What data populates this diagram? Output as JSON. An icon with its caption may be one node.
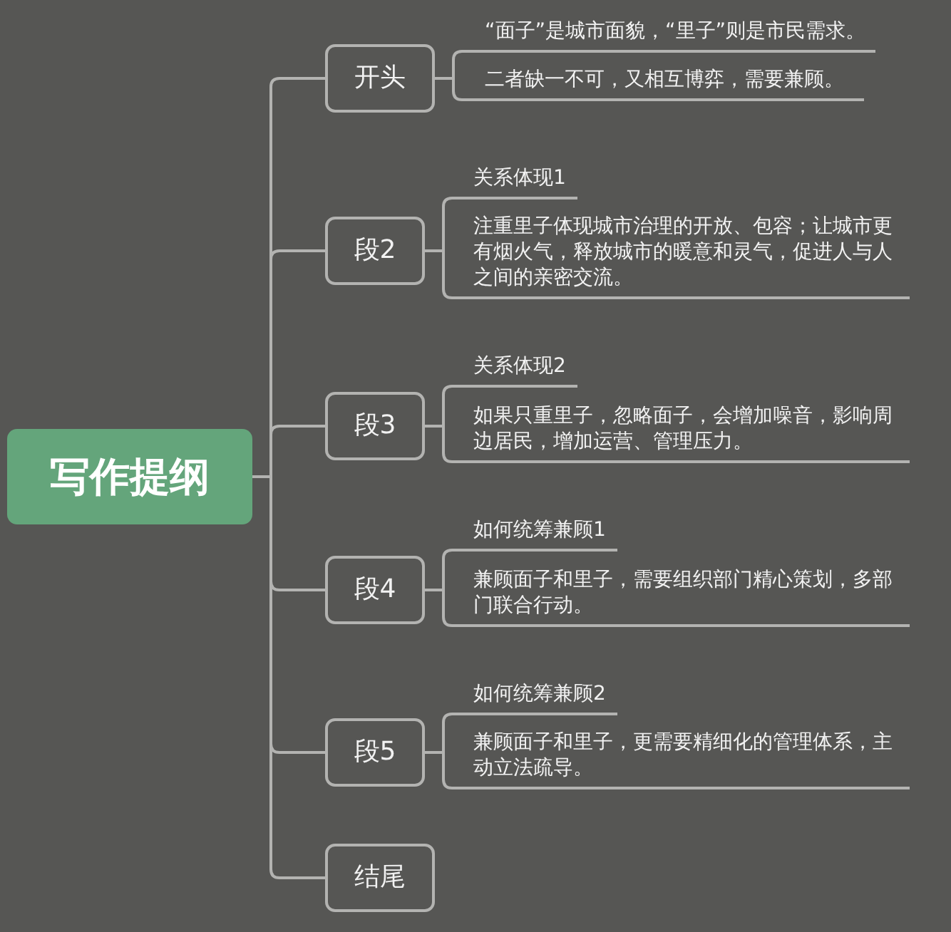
{
  "diagram": {
    "nodes": [
      {
        "text": [
          "写作提纲"
        ]
      },
      {
        "text": [
          "开头"
        ]
      },
      {
        "text": [
          "“面子”是城市面貌，“里子”则是市民需求。"
        ]
      },
      {
        "text": [
          "二者缺一不可，又相互博弈，需要兼顾。"
        ]
      },
      {
        "text": [
          "段2"
        ]
      },
      {
        "text": [
          "关系体现1"
        ]
      },
      {
        "text": [
          "注重里子体现城市治理的开放、包容；让城市更有烟火气，释放城市的暖意和灵气，促进人与人之间的亲密交流。"
        ]
      },
      {
        "text": [
          "段3"
        ]
      },
      {
        "text": [
          "关系体现2"
        ]
      },
      {
        "text": [
          "如果只重里子，忽略面子，会增加噪音，影响周边居民，增加运营、管理压力。"
        ]
      },
      {
        "text": [
          "段4"
        ]
      },
      {
        "text": [
          "如何统筹兼顾1"
        ]
      },
      {
        "text": [
          "兼顾面子和里子，需要组织部门精心策划，多部门联合行动。"
        ]
      },
      {
        "text": [
          "段5"
        ]
      },
      {
        "text": [
          "如何统筹兼顾2"
        ]
      },
      {
        "text": [
          "兼顾面子和里子，更需要精细化的管理体系，主动立法疏导。"
        ]
      },
      {
        "text": [
          "结尾"
        ]
      }
    ],
    "edges": [
      {
        "from": 0,
        "to": 1,
        "arrow": "none"
      },
      {
        "from": 0,
        "to": 4,
        "arrow": "none"
      },
      {
        "from": 0,
        "to": 7,
        "arrow": "none"
      },
      {
        "from": 0,
        "to": 10,
        "arrow": "none"
      },
      {
        "from": 0,
        "to": 13,
        "arrow": "none"
      },
      {
        "from": 0,
        "to": 16,
        "arrow": "none"
      },
      {
        "from": 1,
        "to": 2,
        "arrow": "none"
      },
      {
        "from": 1,
        "to": 3,
        "arrow": "none"
      },
      {
        "from": 4,
        "to": 5,
        "arrow": "none"
      },
      {
        "from": 4,
        "to": 6,
        "arrow": "none"
      },
      {
        "from": 7,
        "to": 8,
        "arrow": "none"
      },
      {
        "from": 7,
        "to": 9,
        "arrow": "none"
      },
      {
        "from": 10,
        "to": 11,
        "arrow": "none"
      },
      {
        "from": 10,
        "to": 12,
        "arrow": "none"
      },
      {
        "from": 13,
        "to": 14,
        "arrow": "none"
      },
      {
        "from": 13,
        "to": 15,
        "arrow": "none"
      }
    ]
  }
}
